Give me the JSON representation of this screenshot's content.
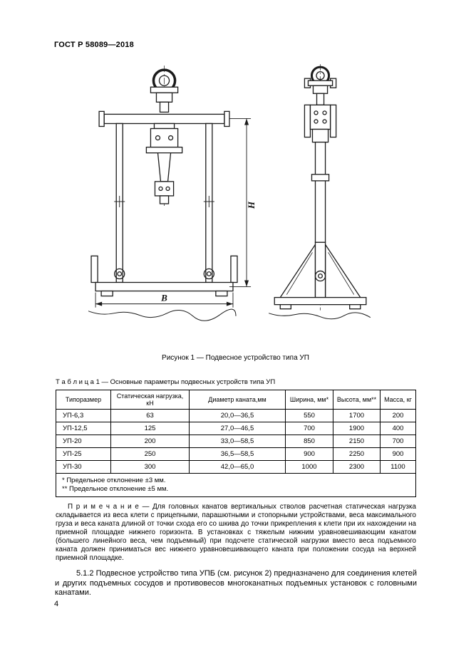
{
  "header": {
    "doc_code": "ГОСТ Р 58089—2018"
  },
  "figure": {
    "caption": "Рисунок 1 — Подвесное устройство типа УП",
    "dim_height": "Н",
    "dim_width": "В"
  },
  "table": {
    "title": "Т а б л и ц а  1 — Основные параметры подвесных устройств типа УП",
    "headers": [
      "Типоразмер",
      "Статическая нагрузка, кН",
      "Диаметр каната,мм",
      "Ширина, мм*",
      "Высота, мм**",
      "Масса, кг"
    ],
    "rows": [
      [
        "УП-6,3",
        "63",
        "20,0—36,5",
        "550",
        "1700",
        "200"
      ],
      [
        "УП-12,5",
        "125",
        "27,0—46,5",
        "700",
        "1900",
        "400"
      ],
      [
        "УП-20",
        "200",
        "33,0—58,5",
        "850",
        "2150",
        "700"
      ],
      [
        "УП-25",
        "250",
        "36,5—58,5",
        "900",
        "2250",
        "900"
      ],
      [
        "УП-30",
        "300",
        "42,0—65,0",
        "1000",
        "2300",
        "1100"
      ]
    ],
    "footnotes": [
      "* Предельное отклонение ±3 мм.",
      "** Предельное отклонение ±5 мм."
    ]
  },
  "note": "П р и м е ч а н и е — Для головных канатов вертикальных стволов расчетная статическая нагрузка складывается из веса клети с прицепными, парашютными и стопорными устройствами, веса максимального груза и веса каната длиной от точки схода его со шкива до точки прикрепления к клети при их нахождении на приемной площадке нижнего горизонта. В установках с тяжелым нижним уравновешивающим канатом (большего линейного веса, чем подъемный) при подсчете статической нагрузки вместо веса подъемного каната должен приниматься вес нижнего уравновешивающего каната при положении сосуда на верхней приемной площадке.",
  "paragraph_512": "5.1.2 Подвесное устройство типа УПБ (см. рисунок 2) предназначено для соединения клетей и других подъемных сосудов и противовесов многоканатных подъемных установок с головными канатами.",
  "page_number": "4"
}
